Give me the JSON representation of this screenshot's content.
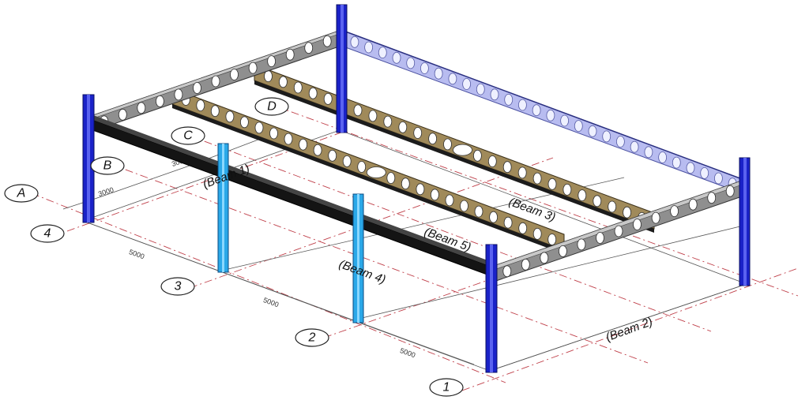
{
  "grid_bubbles": {
    "rows": [
      "A",
      "B",
      "C",
      "D"
    ],
    "columns": [
      "4",
      "3",
      "2",
      "1"
    ]
  },
  "dimensions": {
    "col_spacing_1": "5000",
    "col_spacing_2": "5000",
    "col_spacing_3": "5000",
    "row_spacing_ab": "3000",
    "row_spacing_bc": "3000",
    "row_spacing_cd": "3000"
  },
  "beam_labels": {
    "beam1": "(Beam 1)",
    "beam2": "(Beam 2)",
    "beam3": "(Beam 3)",
    "beam4": "(Beam 4)",
    "beam5": "(Beam 5)"
  },
  "colors": {
    "column_dark": "#1a22c8",
    "column_light": "#2aa8e8",
    "beam_gray": "#8a8a8a",
    "beam_tan": "#a08a5a",
    "beam_black": "#141414",
    "beam_blue_light": "#b8bcf0",
    "grid_red": "#c0404a"
  }
}
